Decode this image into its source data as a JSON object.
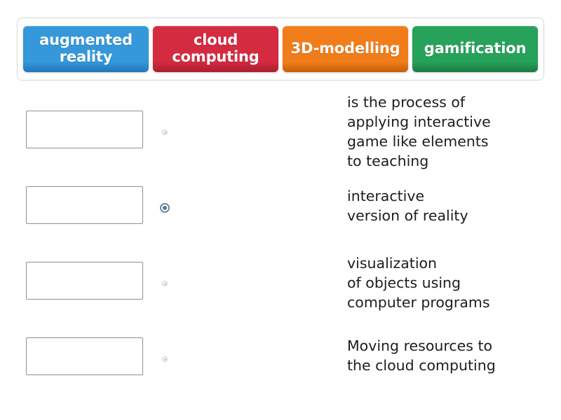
{
  "activity": {
    "type": "match-up",
    "tiles": [
      {
        "label": "augmented\nreality",
        "color": "#3498db",
        "shadow": "#2176b6"
      },
      {
        "label": "cloud\ncomputing",
        "color": "#d42b40",
        "shadow": "#a81f30"
      },
      {
        "label": "3D-modelling",
        "color": "#f07d1a",
        "shadow": "#c55f07"
      },
      {
        "label": "gamification",
        "color": "#27a25a",
        "shadow": "#1a7a42"
      }
    ],
    "rows": [
      {
        "answer_value": "",
        "answer_placeholder": "",
        "marker": "small",
        "definition": "is the process of\napplying interactive\ngame like elements\nto teaching"
      },
      {
        "answer_value": "",
        "answer_placeholder": "",
        "marker": "large",
        "definition": "interactive\nversion of reality"
      },
      {
        "answer_value": "",
        "answer_placeholder": "",
        "marker": "small",
        "definition": "visualization\nof objects using\ncomputer programs"
      },
      {
        "answer_value": "",
        "answer_placeholder": "",
        "marker": "small",
        "definition": "Moving resources to\nthe cloud computing"
      }
    ]
  }
}
